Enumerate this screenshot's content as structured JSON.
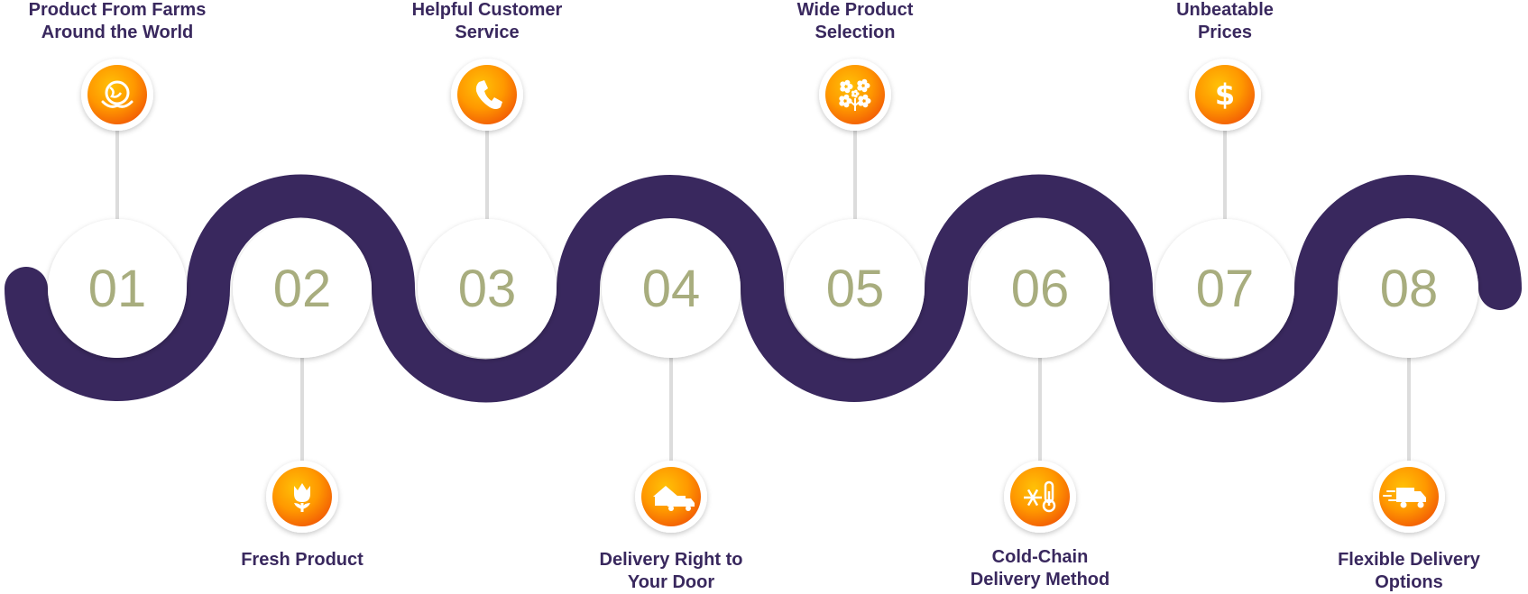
{
  "accent_colors": {
    "wave": "#39285e",
    "number": "#a8ad7e",
    "icon_orange": "#f57f17",
    "icon_yellow": "#ffb300",
    "connector": "#dcdcdc",
    "label": "#39285e"
  },
  "steps": [
    {
      "number": "01",
      "label_lines": [
        "Product From Farms",
        "Around the World"
      ],
      "icon": "globe-hands-icon",
      "position": "top"
    },
    {
      "number": "02",
      "label_lines": [
        "Fresh Product"
      ],
      "icon": "tulip-icon",
      "position": "bottom"
    },
    {
      "number": "03",
      "label_lines": [
        "Helpful Customer",
        "Service"
      ],
      "icon": "phone-icon",
      "position": "top"
    },
    {
      "number": "04",
      "label_lines": [
        "Delivery Right to",
        "Your Door"
      ],
      "icon": "delivery-truck-house-icon",
      "position": "bottom"
    },
    {
      "number": "05",
      "label_lines": [
        "Wide Product",
        "Selection"
      ],
      "icon": "flowers-icon",
      "position": "top"
    },
    {
      "number": "06",
      "label_lines": [
        "Cold-Chain",
        "Delivery Method"
      ],
      "icon": "snowflake-thermometer-icon",
      "position": "bottom"
    },
    {
      "number": "07",
      "label_lines": [
        "Unbeatable",
        "Prices"
      ],
      "icon": "dollar-icon",
      "position": "top"
    },
    {
      "number": "08",
      "label_lines": [
        "Flexible Delivery",
        "Options"
      ],
      "icon": "fast-truck-icon",
      "position": "bottom"
    }
  ]
}
